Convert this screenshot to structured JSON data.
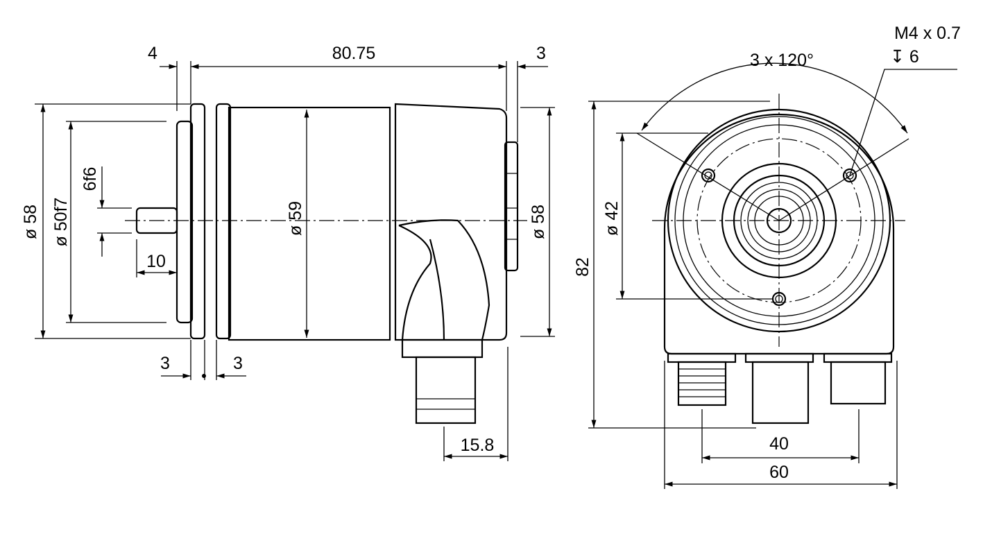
{
  "side_view": {
    "dim_flange": "4",
    "dim_length": "80.75",
    "dim_rear": "3",
    "dia_outer_left": "ø 58",
    "dia_spigot": "ø 50f7",
    "dia_shaft": "6f6",
    "shaft_length": "10",
    "dia_body": "ø 59",
    "dia_outer_right": "ø 58",
    "ring_left": "3",
    "ring_right": "3",
    "connector_offset": "15.8"
  },
  "front_view": {
    "hole_angle": "3 x 120°",
    "thread": "M4 x 0.7",
    "thread_depth": "↧ 6",
    "height": "82",
    "bolt_circle": "ø 42",
    "connector_pitch": "40",
    "width": "60"
  }
}
